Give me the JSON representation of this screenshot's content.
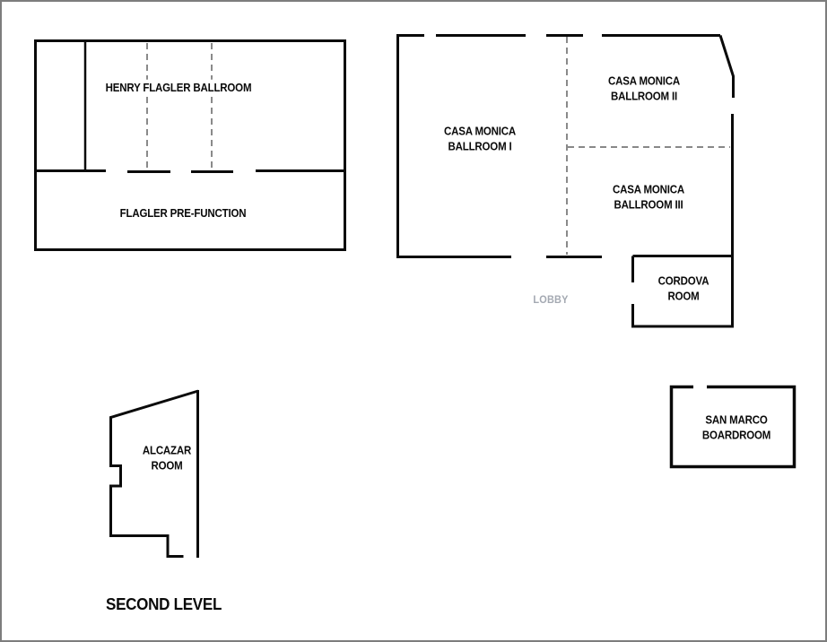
{
  "page": {
    "level_label": "SECOND LEVEL"
  },
  "colors": {
    "walls": "#0a0a0a",
    "dashed_divider": "#8a8a8a",
    "lobby_text": "#a4a9b2",
    "background": "#ffffff",
    "page_border": "#7d7d7d"
  },
  "rooms": {
    "henry_flagler_ballroom": {
      "label": "HENRY FLAGLER BALLROOM"
    },
    "flagler_pre_function": {
      "label": "FLAGLER PRE-FUNCTION"
    },
    "casa_monica_ballroom_1": {
      "line1": "CASA MONICA",
      "line2": "BALLROOM I"
    },
    "casa_monica_ballroom_2": {
      "line1": "CASA MONICA",
      "line2": "BALLROOM II"
    },
    "casa_monica_ballroom_3": {
      "line1": "CASA MONICA",
      "line2": "BALLROOM III"
    },
    "cordova_room": {
      "line1": "CORDOVA",
      "line2": "ROOM"
    },
    "lobby": {
      "label": "LOBBY"
    },
    "alcazar_room": {
      "line1": "ALCAZAR",
      "line2": "ROOM"
    },
    "san_marco_boardroom": {
      "line1": "SAN MARCO",
      "line2": "BOARDROOM"
    }
  }
}
